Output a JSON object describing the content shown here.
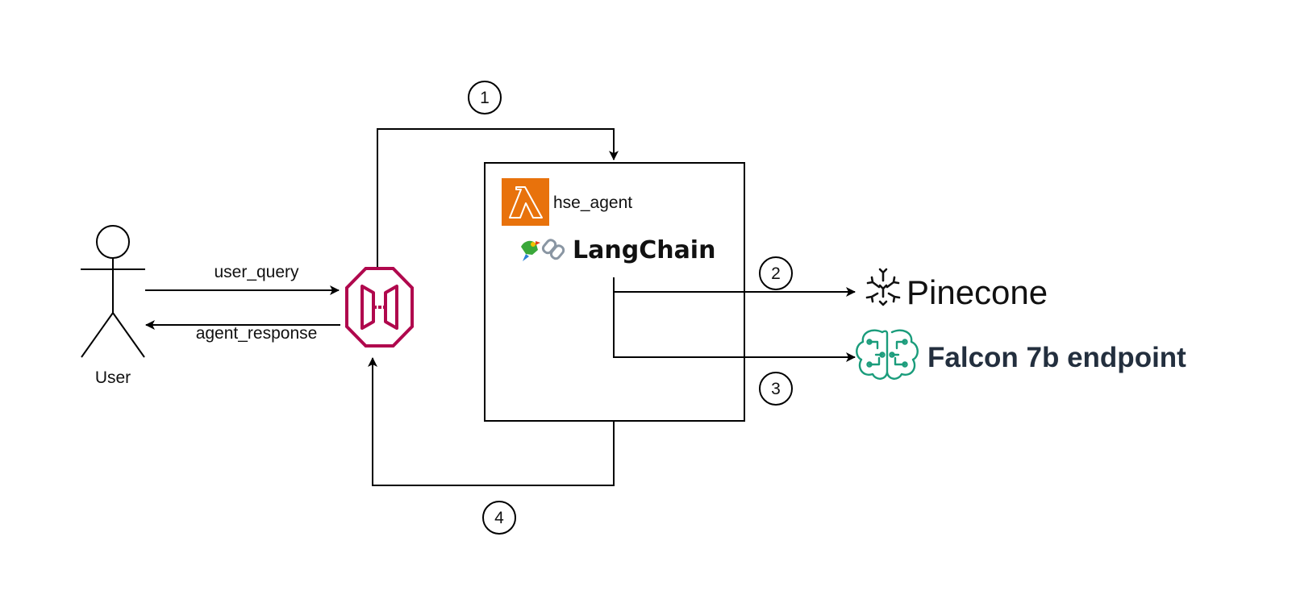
{
  "actor": {
    "label": "User",
    "icon": "user-stick-figure-icon"
  },
  "gateway": {
    "icon": "api-gateway-icon",
    "color": "#b0084d"
  },
  "edges": {
    "user_query": "user_query",
    "agent_response": "agent_response"
  },
  "steps": [
    "1",
    "2",
    "3",
    "4"
  ],
  "agent": {
    "name": "hse_agent",
    "icon": "lambda-icon",
    "icon_color": "#e8720c",
    "framework": "LangChain",
    "framework_icons": [
      "parrot-emoji",
      "link-emoji"
    ]
  },
  "targets": {
    "pinecone": {
      "label": "Pinecone",
      "icon": "pinecone-icon"
    },
    "falcon": {
      "label": "Falcon 7b endpoint",
      "icon": "sagemaker-brain-icon",
      "color": "#1a9c7b"
    }
  }
}
